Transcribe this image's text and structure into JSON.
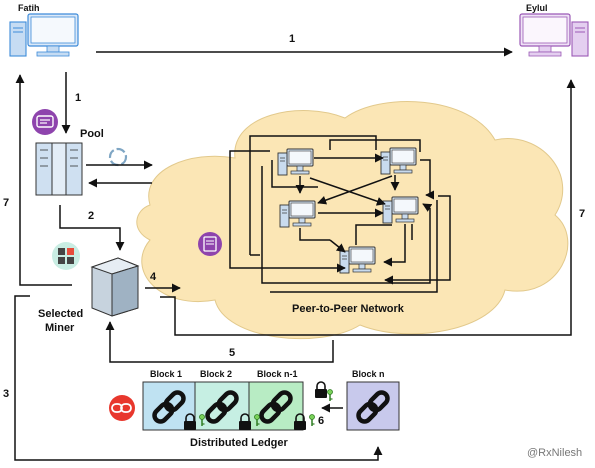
{
  "nodes": {
    "sender": "Fatih",
    "receiver": "Eylul",
    "pool": "Pool",
    "miner_line1": "Selected",
    "miner_line2": "Miner",
    "network": "Peer-to-Peer Network",
    "ledger": "Distributed Ledger"
  },
  "blocks": [
    "Block 1",
    "Block 2",
    "Block n-1",
    "Block n"
  ],
  "steps": {
    "s1_top": "1",
    "s1_down": "1",
    "s2": "2",
    "s3": "3",
    "s4": "4",
    "s5": "5",
    "s6": "6",
    "s7_left": "7",
    "s7_right": "7"
  },
  "watermark": "@RxNilesh",
  "colors": {
    "sender_pc": "#3d8bd9",
    "receiver_pc": "#9b59b6",
    "cloud": "#fbe6b5",
    "block1": "#bfe2f2",
    "block2": "#c6efe3",
    "block_n1": "#b8ecc4",
    "block_n": "#c8c9ec",
    "ledger_icon": "#e8372d"
  },
  "icons": [
    "desktop-computer-icon",
    "server-rack-icon",
    "refresh-icon",
    "mining-machine-icon",
    "chain-link-icon",
    "padlock-icon",
    "wallet-icon",
    "certificate-icon"
  ]
}
